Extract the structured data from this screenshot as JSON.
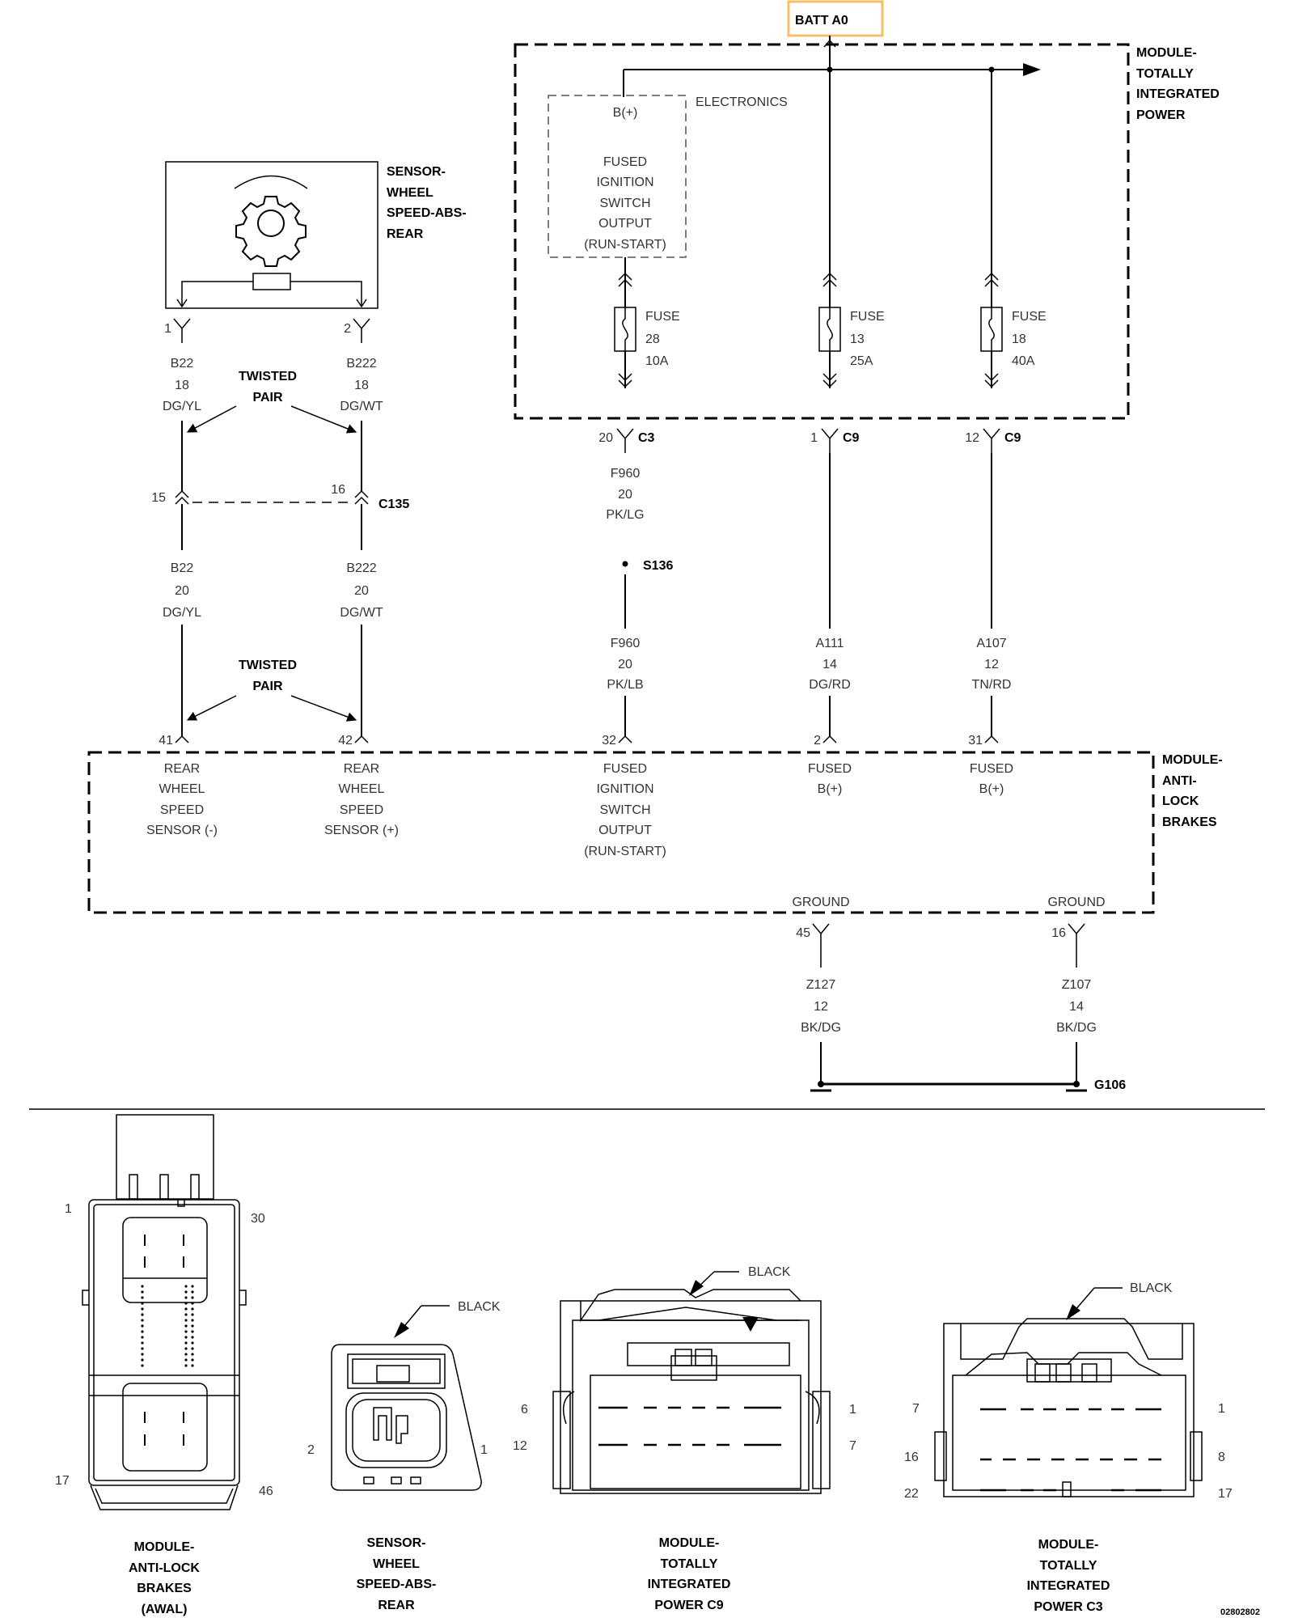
{
  "batt": {
    "label": "BATT A0",
    "color": "#f5c065"
  },
  "modules": {
    "tip": {
      "lines": [
        "MODULE-",
        "TOTALLY",
        "INTEGRATED",
        "POWER"
      ]
    },
    "sensor": {
      "lines": [
        "SENSOR-",
        "WHEEL",
        "SPEED-ABS-",
        "REAR"
      ]
    },
    "abs": {
      "lines": [
        "MODULE-",
        "ANTI-",
        "LOCK",
        "BRAKES"
      ]
    }
  },
  "electronics": {
    "label": "ELECTRONICS",
    "bplus": "B(+)",
    "lines": [
      "FUSED",
      "IGNITION",
      "SWITCH",
      "OUTPUT",
      "(RUN-START)"
    ]
  },
  "fuses": [
    {
      "label": "FUSE",
      "number": "28",
      "rating": "10A"
    },
    {
      "label": "FUSE",
      "number": "13",
      "rating": "25A"
    },
    {
      "label": "FUSE",
      "number": "18",
      "rating": "40A"
    }
  ],
  "tip_pins": [
    {
      "pin": "20",
      "connector": "C3"
    },
    {
      "pin": "1",
      "connector": "C9"
    },
    {
      "pin": "12",
      "connector": "C9"
    }
  ],
  "sensor_pins": [
    "1",
    "2"
  ],
  "twisted_pair": [
    "TWISTED",
    "PAIR"
  ],
  "wires": {
    "b22_upper": [
      "B22",
      "18",
      "DG/YL"
    ],
    "b222_upper": [
      "B222",
      "18",
      "DG/WT"
    ],
    "b22_lower": [
      "B22",
      "20",
      "DG/YL"
    ],
    "b222_lower": [
      "B222",
      "20",
      "DG/WT"
    ],
    "f960_upper": [
      "F960",
      "20",
      "PK/LG"
    ],
    "f960_lower": [
      "F960",
      "20",
      "PK/LB"
    ],
    "a111": [
      "A111",
      "14",
      "DG/RD"
    ],
    "a107": [
      "A107",
      "12",
      "TN/RD"
    ],
    "z127": [
      "Z127",
      "12",
      "BK/DG"
    ],
    "z107": [
      "Z107",
      "14",
      "BK/DG"
    ]
  },
  "c135": {
    "name": "C135",
    "pin_left": "15",
    "pin_right": "16"
  },
  "splice": "S136",
  "abs_pins": [
    "41",
    "42",
    "32",
    "2",
    "31"
  ],
  "abs_functions": {
    "rear_minus": [
      "REAR",
      "WHEEL",
      "SPEED",
      "SENSOR (-)"
    ],
    "rear_plus": [
      "REAR",
      "WHEEL",
      "SPEED",
      "SENSOR (+)"
    ],
    "fused_ign": [
      "FUSED",
      "IGNITION",
      "SWITCH",
      "OUTPUT",
      "(RUN-START)"
    ],
    "fused_b1": [
      "FUSED",
      "B(+)"
    ],
    "fused_b2": [
      "FUSED",
      "B(+)"
    ]
  },
  "grounds": [
    {
      "label": "GROUND",
      "pin": "45"
    },
    {
      "label": "GROUND",
      "pin": "16"
    }
  ],
  "ground_point": "G106",
  "connector_views": {
    "abs": {
      "pin_tl": "1",
      "pin_tr": "30",
      "pin_bl": "17",
      "pin_br": "46",
      "caption": [
        "MODULE-",
        "ANTI-LOCK",
        "BRAKES",
        "(AWAL)"
      ]
    },
    "sensor": {
      "color": "BLACK",
      "pin_l": "2",
      "pin_r": "1",
      "caption": [
        "SENSOR-",
        "WHEEL",
        "SPEED-ABS-",
        "REAR"
      ]
    },
    "tip_c9": {
      "color": "BLACK",
      "pins": [
        "6",
        "12",
        "1",
        "7"
      ],
      "caption": [
        "MODULE-",
        "TOTALLY",
        "INTEGRATED",
        "POWER C9"
      ]
    },
    "tip_c3": {
      "color": "BLACK",
      "pins": [
        "7",
        "16",
        "22",
        "1",
        "8",
        "17"
      ],
      "caption": [
        "MODULE-",
        "TOTALLY",
        "INTEGRATED",
        "POWER C3"
      ]
    }
  },
  "figure_id": "02802802"
}
